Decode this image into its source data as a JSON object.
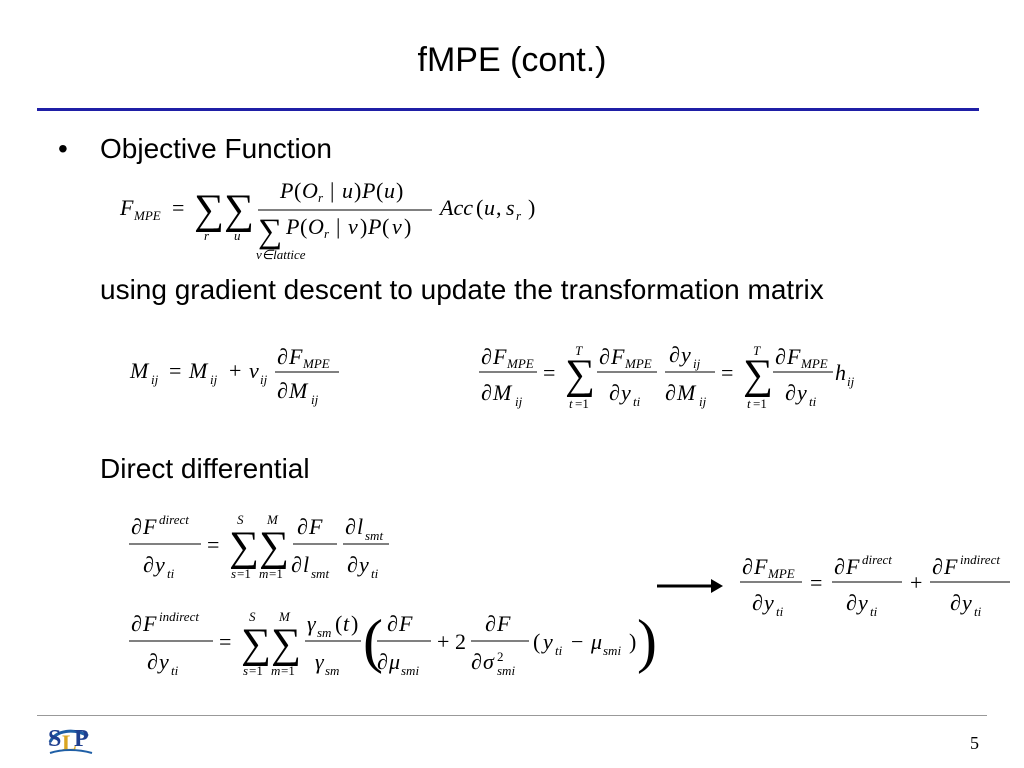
{
  "slide": {
    "title": "fMPE (cont.)",
    "bullet": "Objective Function",
    "subtext1": "using gradient descent to update the transformation matrix",
    "subtext2": "Direct differential",
    "page_number": "5"
  },
  "logo": {
    "text": "SLP",
    "icon": "slp-logo-icon"
  },
  "equations": {
    "objective": "F_MPE = Σ_r Σ_u [P(O_r | u)P(u) / Σ_{v∈lattice} P(O_r | v)P(v)] Acc(u, s_r)",
    "update": "M_ij = M_ij + v_ij ∂F_MPE/∂M_ij",
    "chain_rule": "∂F_MPE/∂M_ij = Σ_{t=1}^{T} ∂F_MPE/∂y_ti · ∂y_ij/∂M_ij = Σ_{t=1}^{T} ∂F_MPE/∂y_ti h_ij",
    "direct": "∂F^direct/∂y_ti = Σ_{s=1}^{S} Σ_{m=1}^{M} ∂F/∂l_smt · ∂l_smt/∂y_ti",
    "indirect": "∂F^indirect/∂y_ti = Σ_{s=1}^{S} Σ_{m=1}^{M} γ_sm(t)/γ_sm ( ∂F/∂μ_smi + 2 ∂F/∂σ²_smi (y_ti − μ_smi) )",
    "total": "∂F_MPE/∂y_ti = ∂F^direct/∂y_ti + ∂F^indirect/∂y_ti"
  }
}
